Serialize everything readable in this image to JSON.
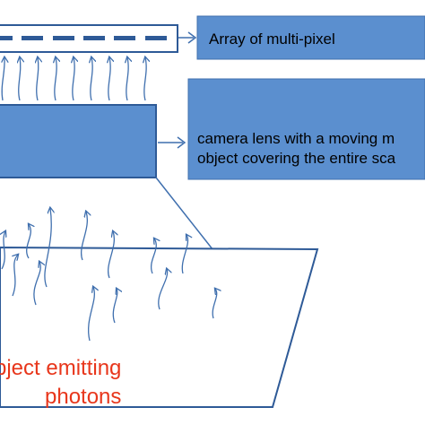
{
  "labels": {
    "sensor_array": "Array of multi-pixel",
    "lens_line1": "camera lens with a moving m",
    "lens_line2": "object covering the entire sca",
    "object_line1": "bject emitting",
    "object_line2": "photons"
  },
  "colors": {
    "box_fill": "#5b8fcf",
    "box_stroke": "#3f6fae",
    "dark_stroke": "#2e5a97",
    "object_text": "#e8361b"
  }
}
